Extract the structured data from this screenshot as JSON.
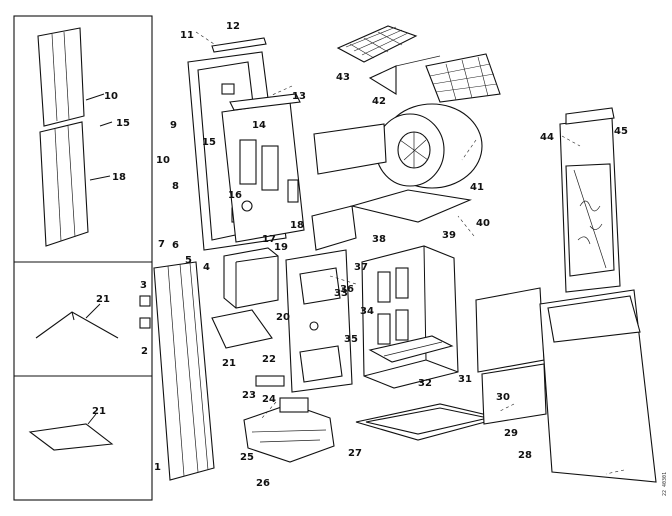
{
  "diagram": {
    "doc_code": "22 40301",
    "callouts": [
      "1",
      "2",
      "3",
      "4",
      "5",
      "6",
      "7",
      "8",
      "9",
      "10",
      "11",
      "12",
      "13",
      "14",
      "15",
      "16",
      "17",
      "18",
      "19",
      "20",
      "21",
      "22",
      "23",
      "24",
      "25",
      "26",
      "27",
      "28",
      "29",
      "30",
      "31",
      "32",
      "33",
      "34",
      "35",
      "36",
      "37",
      "38",
      "39",
      "40",
      "41",
      "42",
      "43",
      "44",
      "45"
    ],
    "inset_labels": {
      "top_a": "10",
      "top_b": "15",
      "top_c": "18",
      "mid": "21",
      "bottom": "21"
    }
  }
}
